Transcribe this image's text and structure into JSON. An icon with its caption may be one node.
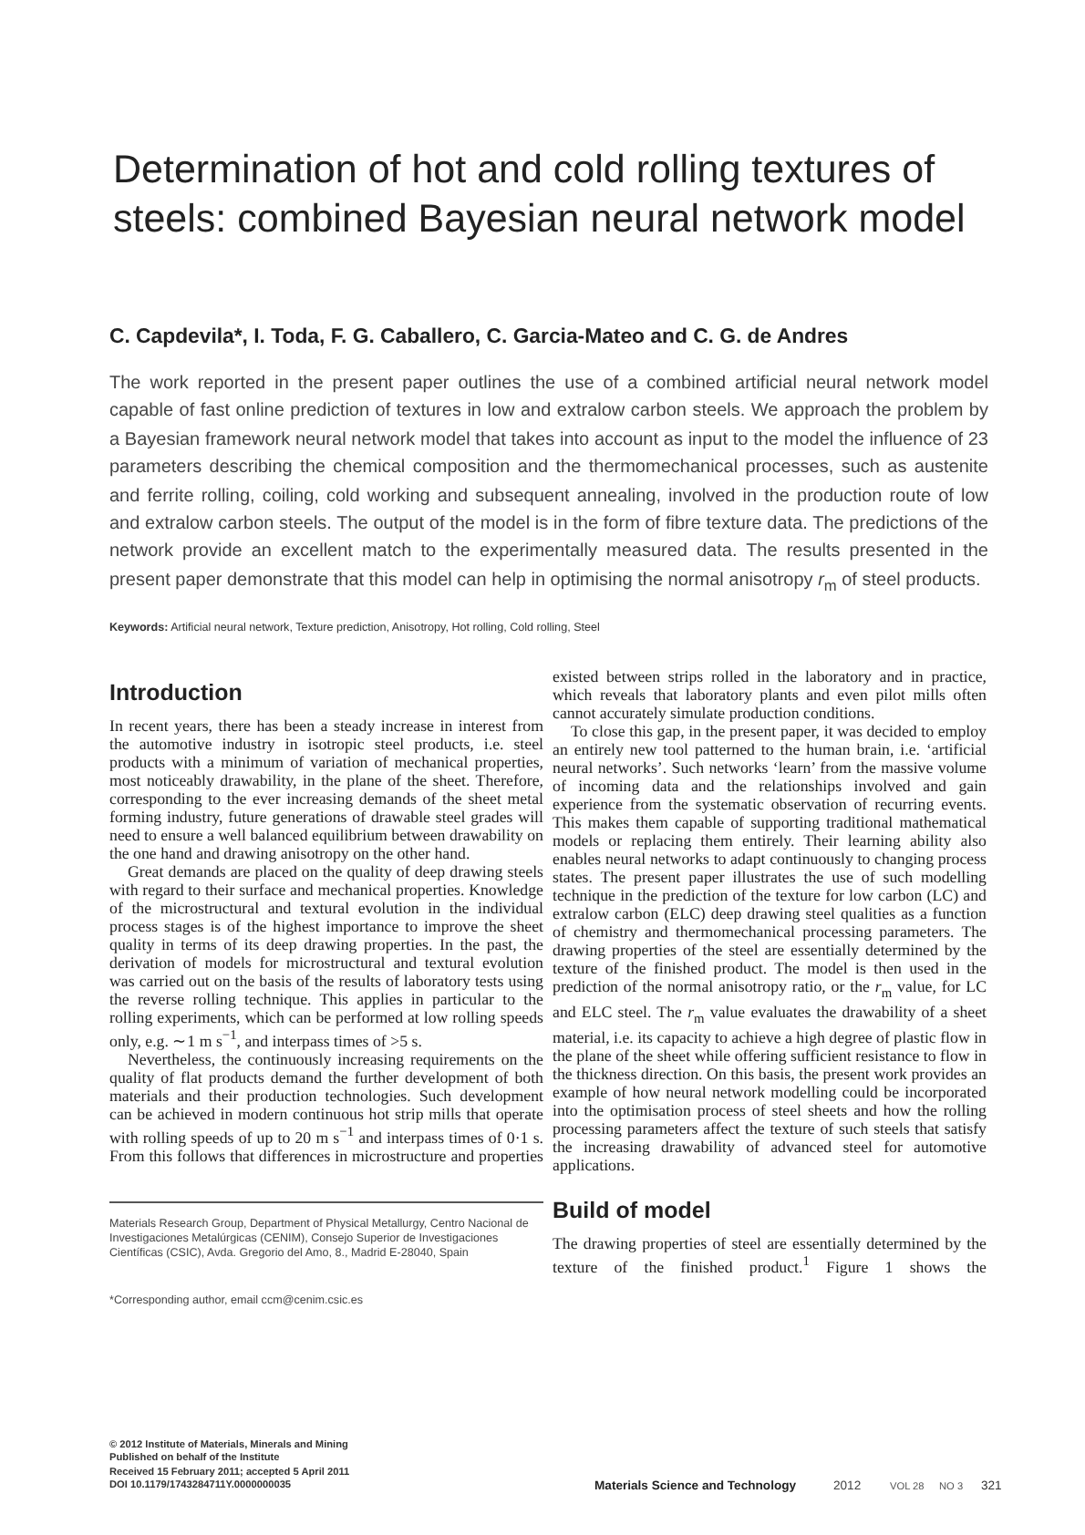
{
  "diagram": {
    "title": "Determination of hot and cold rolling textures of steels: combined Bayesian neural network model",
    "labels": [
      "C. Capdevila*, I. Toda, F. G. Caballero, C. Garcia-Mateo and C. G. de Andres",
      "The work reported in the present paper outlines the use of a combined artificial neural network model capable of fast online prediction of textures in low and extralow carbon steels. We approach the problem by a Bayesian framework neural network model that takes into account as input to the model the influence of 23 parameters describing the chemical composition and the thermomechanical processes, such as austenite and ferrite rolling, coiling, cold working and subsequent annealing, involved in the production route of low and extralow carbon steels. The output of the model is in the form of fibre texture data. The predictions of the network provide an excellent match to the experimentally measured data. The results presented in the present paper demonstrate that this model can help in optimising the normal anisotropy *r*$_{m}$ of steel products.",
      "**Keywords:** Artificial neural network, Texture prediction, Anisotropy, Hot rolling, Cold rolling, Steel",
      "Introduction",
      "In recent years, there has been a steady increase in interest from the automotive industry in isotropic steel products, i.e. steel products with a minimum of variation of mechanical properties, most noticeably drawability, in the plane of the sheet. Therefore, corresponding to the ever increasing demands of the sheet metal forming industry, future generations of drawable steel grades will need to ensure a well balanced equilibrium between drawability on the one hand and drawing anisotropy on the other hand.",
      "Great demands are placed on the quality of deep drawing steels with regard to their surface and mechanical properties. Knowledge of the microstructural and textural evolution in the individual process stages is of the highest importance to improve the sheet quality in terms of its deep drawing properties. In the past, the derivation of models for microstructural and textural evolution was carried out on the basis of the results of laboratory tests using the reverse rolling technique. This applies in particular to the rolling experiments, which can be performed at low rolling speeds only, e.g. ∼1 m s$^{−1}$, and interpass times of >5 s.",
      "Nevertheless, the continuously increasing requirements on the quality of flat products demand the further development of both materials and their production technologies. Such development can be achieved in modern continuous hot strip mills that operate with rolling speeds of up to 20 m s$^{−1}$ and interpass times of 0·1 s. From this follows that differences in microstructure and properties",
      "Materials Research Group, Department of Physical Metallurgy, Centro Nacional de Investigaciones Metalúrgicas (CENIM), Consejo Superior de Investigaciones Científicas (CSIC), Avda. Gregorio del Amo, 8., Madrid E-28040, Spain",
      "*Corresponding author, email ccm@cenim.csic.es",
      "© 2012 Institute of Materials, Minerals and Mining",
      "Published on behalf of the Institute",
      "Received 15 February 2011; accepted 5 April 2011",
      "DOI 10.1179/1743284711Y.0000000035",
      "existed between strips rolled in the laboratory and in practice, which reveals that laboratory plants and even pilot mills often cannot accurately simulate production conditions.",
      "To close this gap, in the present paper, it was decided to employ an entirely new tool patterned to the human brain, i.e. ‘artificial neural networks’. Such networks ‘learn’ from the massive volume of incoming data and the relationships involved and gain experience from the systematic observation of recurring events. This makes them capable of supporting traditional mathematical models or replacing them entirely. Their learning ability also enables neural networks to adapt continuously to changing process states. The present paper illustrates the use of such modelling technique in the prediction of the texture for low carbon (LC) and extralow carbon (ELC) deep drawing steel qualities as a function of chemistry and thermomechanical processing parameters. The drawing properties of the steel are essentially determined by the texture of the finished product. The model is then used in the prediction of the normal anisotropy ratio, or the *r*$_{m}$ value, for LC and ELC steel. The *r*$_{m}$ value evaluates the drawability of a sheet material, i.e. its capacity to achieve a high degree of plastic flow in the plane of the sheet while offering sufficient resistance to flow in the thickness direction. On this basis, the present work provides an example of how neural network modelling could be incorporated into the optimisation process of steel sheets and how the rolling processing parameters affect the texture of such steels that satisfy the increasing drawability of advanced steel for automotive applications.",
      "Build of model",
      "The drawing properties of steel are essentially determined by the texture of the finished product.$^{1}$ Figure 1 shows the",
      "Materials Science and Technology",
      "2012",
      "VOL 28",
      "NO 3",
      "321"
    ]
  }
}
